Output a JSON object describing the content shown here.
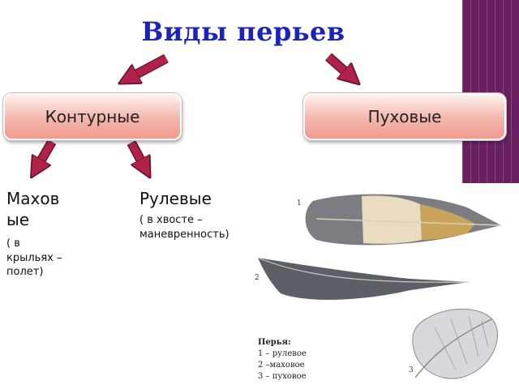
{
  "title": "Виды перьев",
  "categories": {
    "left": "Контурные",
    "right": "Пуховые"
  },
  "types": {
    "flight": {
      "name_line1": "Махов",
      "name_line2": "ые",
      "desc_line1": "( в",
      "desc_line2": "крыльях –",
      "desc_line3": "полет)"
    },
    "tail": {
      "name": "Рулевые",
      "desc_line1": "( в хвосте –",
      "desc_line2": "маневренность)"
    }
  },
  "image": {
    "labels": [
      "1",
      "2",
      "3"
    ],
    "legend_title": "Перья:",
    "legend_items": [
      "1 – рулевое",
      "2 –маховое",
      "3 – пуховое"
    ]
  },
  "colors": {
    "title": "#1c23b8",
    "arrow": "#b0224a",
    "band": "#6b1f63"
  }
}
